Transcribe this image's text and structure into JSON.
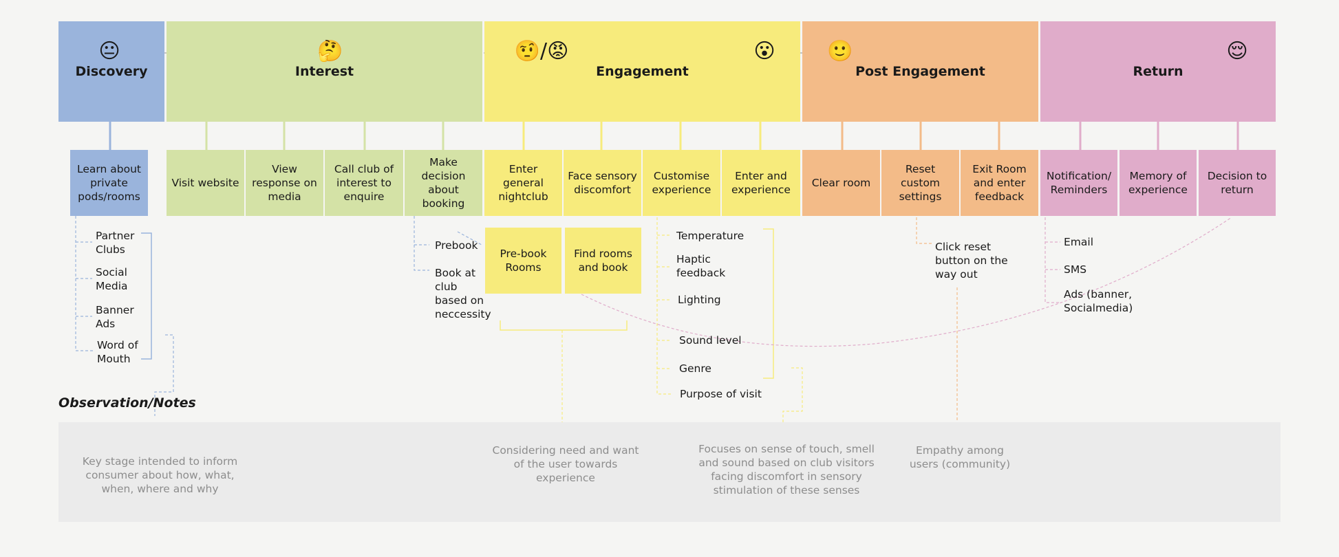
{
  "stages": [
    {
      "label": "Discovery"
    },
    {
      "label": "Interest"
    },
    {
      "label": "Engagement"
    },
    {
      "label": "Post Engagement"
    },
    {
      "label": "Return"
    }
  ],
  "emotions": [
    "😐",
    "🤔",
    "🤨/😡",
    "😮",
    "🙂",
    "😌"
  ],
  "steps": [
    "Learn about private pods/rooms",
    "Visit website",
    "View response on media",
    "Call club of interest to enquire",
    "Make decision about booking",
    "Enter general nightclub",
    "Face sensory discomfort",
    "Customise experience",
    "Enter and experience",
    "Clear room",
    "Reset custom settings",
    "Exit Room and enter feedback",
    "Notification/ Reminders",
    "Memory of experience",
    "Decision to return"
  ],
  "discovery_channels": [
    "Partner Clubs",
    "Social Media",
    "Banner Ads",
    "Word of Mouth"
  ],
  "booking_options": [
    "Prebook",
    "Book at club based on neccessity"
  ],
  "booking_cards": [
    "Pre-book Rooms",
    "Find rooms and book"
  ],
  "custom_options": [
    "Temperature",
    "Haptic feedback",
    "Lighting",
    "Sound level",
    "Genre",
    "Purpose of visit"
  ],
  "reset_detail": "Click reset button on the way out",
  "reminder_channels": [
    "Email",
    "SMS",
    "Ads (banner, Socialmedia)"
  ],
  "notes": {
    "title": "Observation/Notes",
    "items": [
      "Key stage intended to inform consumer about how, what, when, where and why",
      "Considering need and want of the user towards experience",
      "Focuses on sense of touch, smell and sound based on club visitors facing discomfort in sensory stimulation of these senses",
      "Empathy among users (community)"
    ]
  },
  "colors": {
    "discovery": "#9ab4dc",
    "interest": "#d4e2a6",
    "engagement": "#f7eb7c",
    "post_engagement": "#f3bb88",
    "return": "#e0acca",
    "notes_panel": "#ebebeb"
  }
}
